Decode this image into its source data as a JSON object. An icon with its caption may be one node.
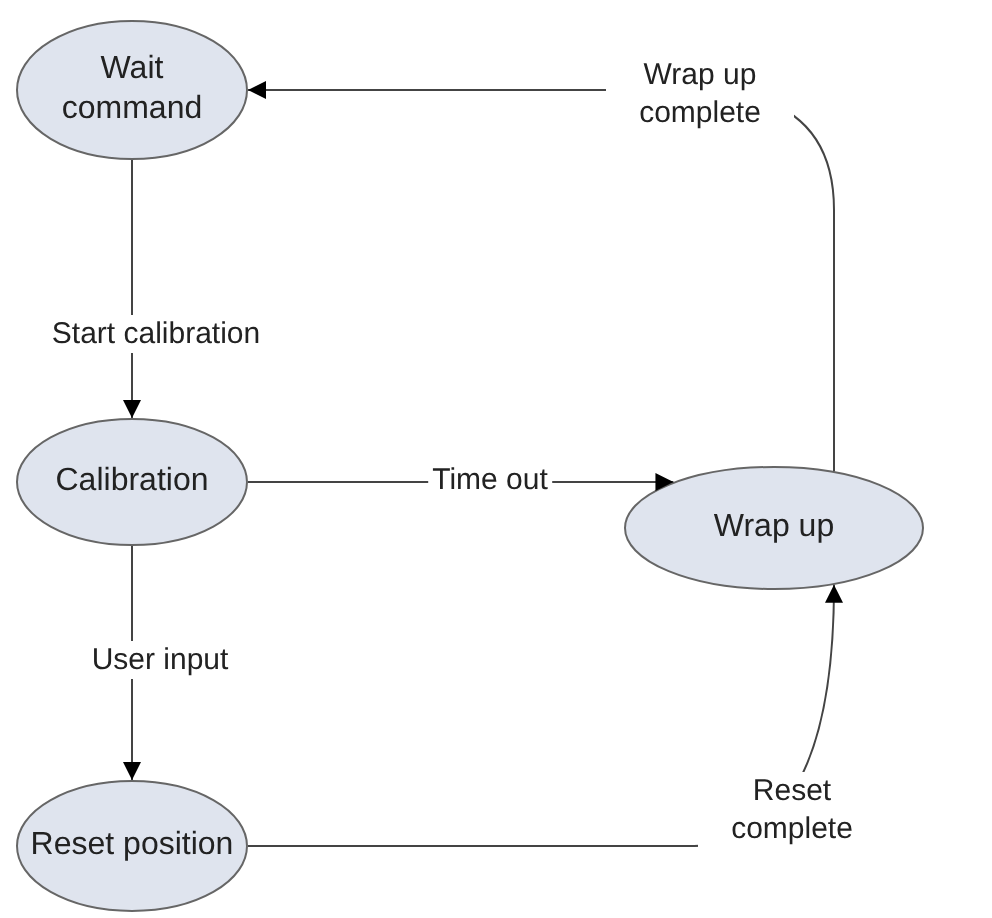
{
  "diagram": {
    "nodes": [
      {
        "text": [
          "Wait command"
        ]
      },
      {
        "text": [
          "Calibration"
        ]
      },
      {
        "text": [
          "Wrap up"
        ]
      },
      {
        "text": [
          "Reset position"
        ]
      }
    ],
    "edges": [
      {
        "from": 0,
        "to": 1,
        "arrow": "to",
        "label": "Start calibration"
      },
      {
        "from": 1,
        "to": 2,
        "arrow": "to",
        "label": "Time out"
      },
      {
        "from": 1,
        "to": 3,
        "arrow": "to",
        "label": "User input"
      },
      {
        "from": 3,
        "to": 2,
        "arrow": "to",
        "label": "Reset complete"
      },
      {
        "from": 2,
        "to": 0,
        "arrow": "to",
        "label": "Wrap up complete"
      }
    ]
  }
}
